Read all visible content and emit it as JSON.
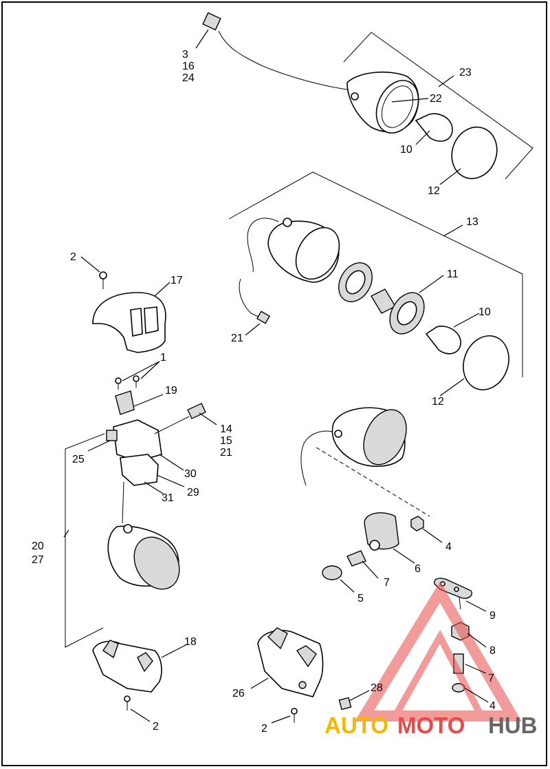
{
  "callouts": {
    "c_3_16_24": [
      "3",
      "16",
      "24"
    ],
    "c_23": "23",
    "c_22": "22",
    "c_10_top": "10",
    "c_12_top": "12",
    "c_13": "13",
    "c_2_top": "2",
    "c_17": "17",
    "c_11": "11",
    "c_10_mid": "10",
    "c_21": "21",
    "c_1": "1",
    "c_12_mid": "12",
    "c_19": "19",
    "c_14_15_21": [
      "14",
      "15",
      "21"
    ],
    "c_25": "25",
    "c_30": "30",
    "c_29": "29",
    "c_31": "31",
    "c_4_mid": "4",
    "c_20_27": [
      "20",
      "27"
    ],
    "c_6": "6",
    "c_7_mid": "7",
    "c_5": "5",
    "c_9": "9",
    "c_18": "18",
    "c_8": "8",
    "c_7_low": "7",
    "c_26": "26",
    "c_28": "28",
    "c_4_low": "4",
    "c_2_bot_left": "2",
    "c_2_bot_mid": "2"
  },
  "watermark": {
    "part1": "AUTO",
    "part2": "MOTO",
    "part3": "HUB",
    "color_orange": "#f5b800",
    "color_red": "#e84a4a",
    "color_gray": "#666666"
  }
}
